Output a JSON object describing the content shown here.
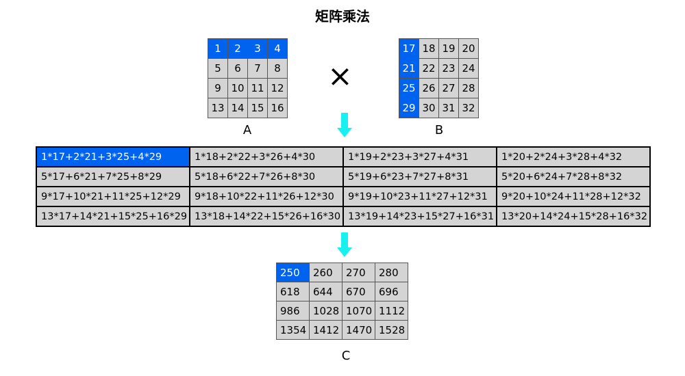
{
  "title": "矩阵乘法",
  "operator": "×",
  "matrix_a": {
    "label": "A",
    "rows": [
      [
        "1",
        "2",
        "3",
        "4"
      ],
      [
        "5",
        "6",
        "7",
        "8"
      ],
      [
        "9",
        "10",
        "11",
        "12"
      ],
      [
        "13",
        "14",
        "15",
        "16"
      ]
    ],
    "highlight": "row 0"
  },
  "matrix_b": {
    "label": "B",
    "rows": [
      [
        "17",
        "18",
        "19",
        "20"
      ],
      [
        "21",
        "22",
        "23",
        "24"
      ],
      [
        "25",
        "26",
        "27",
        "28"
      ],
      [
        "29",
        "30",
        "31",
        "32"
      ]
    ],
    "highlight": "column 0"
  },
  "formulas": {
    "rows": [
      [
        "1*17+2*21+3*25+4*29",
        "1*18+2*22+3*26+4*30",
        "1*19+2*23+3*27+4*31",
        "1*20+2*24+3*28+4*32"
      ],
      [
        "5*17+6*21+7*25+8*29",
        "5*18+6*22+7*26+8*30",
        "5*19+6*23+7*27+8*31",
        "5*20+6*24+7*28+8*32"
      ],
      [
        "9*17+10*21+11*25+12*29",
        "9*18+10*22+11*26+12*30",
        "9*19+10*23+11*27+12*31",
        "9*20+10*24+11*28+12*32"
      ],
      [
        "13*17+14*21+15*25+16*29",
        "13*18+14*22+15*26+16*30",
        "13*19+14*23+15*27+16*31",
        "13*20+14*24+15*28+16*32"
      ]
    ]
  },
  "matrix_c": {
    "label": "C",
    "rows": [
      [
        "250",
        "260",
        "270",
        "280"
      ],
      [
        "618",
        "644",
        "670",
        "696"
      ],
      [
        "986",
        "1028",
        "1070",
        "1112"
      ],
      [
        "1354",
        "1412",
        "1470",
        "1528"
      ]
    ]
  },
  "colors": {
    "highlight": "#0063f0",
    "cell": "#d4d4d4",
    "arrow": "#19f0f0"
  }
}
